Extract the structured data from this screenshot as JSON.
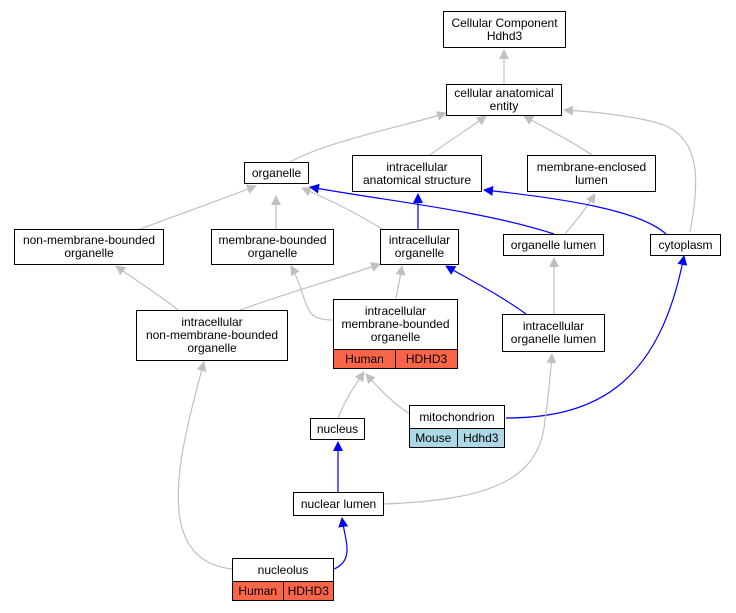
{
  "colors": {
    "gray_edge": "#c0c0c0",
    "blue_edge": "#0000ff",
    "human": "#fa6448",
    "mouse": "#add8e6"
  },
  "nodes": {
    "root": "Cellular Component\nHdhd3",
    "cae": "cellular anatomical\nentity",
    "organelle": "organelle",
    "ias": "intracellular\nanatomical structure",
    "mel": "membrane-enclosed\nlumen",
    "nmbo": "non-membrane-bounded\norganelle",
    "mbo": "membrane-bounded\norganelle",
    "io": "intracellular\norganelle",
    "ol": "organelle lumen",
    "cyto": "cytoplasm",
    "inmbo": "intracellular\nnon-membrane-bounded\norganelle",
    "imbo": "intracellular\nmembrane-bounded\norganelle",
    "iol": "intracellular\norganelle lumen",
    "mito": "mitochondrion",
    "nucleus": "nucleus",
    "nl": "nuclear lumen",
    "nucleolus": "nucleolus"
  },
  "tags": {
    "imbo": [
      "Human",
      "HDHD3"
    ],
    "mito": [
      "Mouse",
      "Hdhd3"
    ],
    "nucleolus": [
      "Human",
      "HDHD3"
    ]
  }
}
